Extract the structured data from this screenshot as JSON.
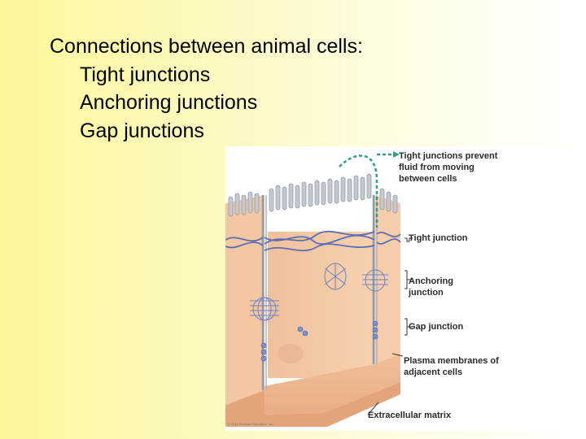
{
  "slide": {
    "title": "Connections between animal cells:",
    "items": [
      "Tight junctions",
      "Anchoring junctions",
      "Gap junctions"
    ]
  },
  "figure": {
    "labels": {
      "tight_note": "Tight junctions prevent fluid from moving between cells",
      "tight_junction": "Tight junction",
      "anchoring_junction": "Anchoring junction",
      "gap_junction": "Gap junction",
      "plasma_membranes": "Plasma membranes of adjacent cells",
      "extracellular_matrix": "Extracellular matrix"
    },
    "copyright": "© 2011 Pearson Education, Inc.",
    "colors": {
      "cell": "#f2c6a0",
      "cell_shadow": "#d9a27b",
      "membrane_line": "#8a9bb0",
      "junction": "#5a6fb5",
      "arrow": "#2f9e8a",
      "microvilli": "#b9bfca",
      "matrix": "#e8ad86"
    }
  }
}
